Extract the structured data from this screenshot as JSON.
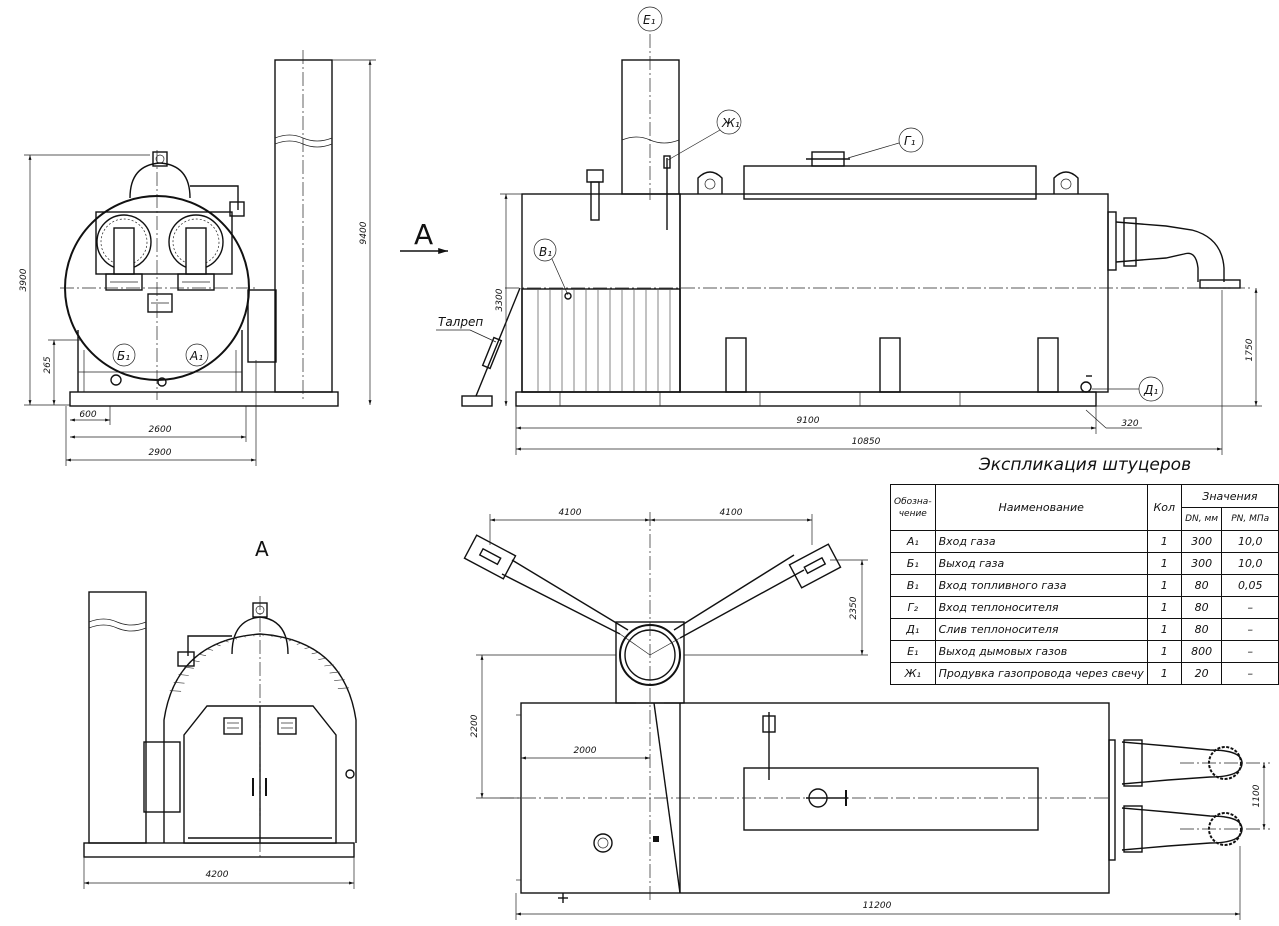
{
  "views": {
    "view_a_label": "A",
    "view_a_arrow_label": "A"
  },
  "dimensions": {
    "front_height_total": "3900",
    "front_base_height": "265",
    "front_chimney_height": "9400",
    "front_600": "600",
    "front_2600": "2600",
    "front_2900": "2900",
    "side_height": "3300",
    "side_pipe_height": "1750",
    "side_9100": "9100",
    "side_10850": "10850",
    "side_320": "320",
    "side_turnbuckle": "Талреп",
    "top_4100_left": "4100",
    "top_4100_right": "4100",
    "top_2350": "2350",
    "top_2200": "2200",
    "top_2000": "2000",
    "top_1100": "1100",
    "top_11200": "11200",
    "viewA_4200": "4200"
  },
  "nozzles": {
    "A1": "А₁",
    "B1": "Б₁",
    "V1": "В₁",
    "G1": "Г₁",
    "D1": "Д₁",
    "E1": "Е₁",
    "Zh1": "Ж₁"
  },
  "table": {
    "title": "Экспликация штуцеров",
    "headers": {
      "designation": "Обозна-чение",
      "name": "Наименование",
      "qty": "Кол",
      "values": "Значения",
      "dn": "DN, мм",
      "pn": "PN, МПа"
    },
    "rows": [
      {
        "code": "А₁",
        "name": "Вход газа",
        "qty": "1",
        "dn": "300",
        "pn": "10,0"
      },
      {
        "code": "Б₁",
        "name": "Выход газа",
        "qty": "1",
        "dn": "300",
        "pn": "10,0"
      },
      {
        "code": "В₁",
        "name": "Вход топливного газа",
        "qty": "1",
        "dn": "80",
        "pn": "0,05"
      },
      {
        "code": "Г₂",
        "name": "Вход теплоносителя",
        "qty": "1",
        "dn": "80",
        "pn": "–"
      },
      {
        "code": "Д₁",
        "name": "Слив теплоносителя",
        "qty": "1",
        "dn": "80",
        "pn": "–"
      },
      {
        "code": "Е₁",
        "name": "Выход дымовых газов",
        "qty": "1",
        "dn": "800",
        "pn": "–"
      },
      {
        "code": "Ж₁",
        "name": "Продувка газопровода через свечу",
        "qty": "1",
        "dn": "20",
        "pn": "–"
      }
    ]
  }
}
